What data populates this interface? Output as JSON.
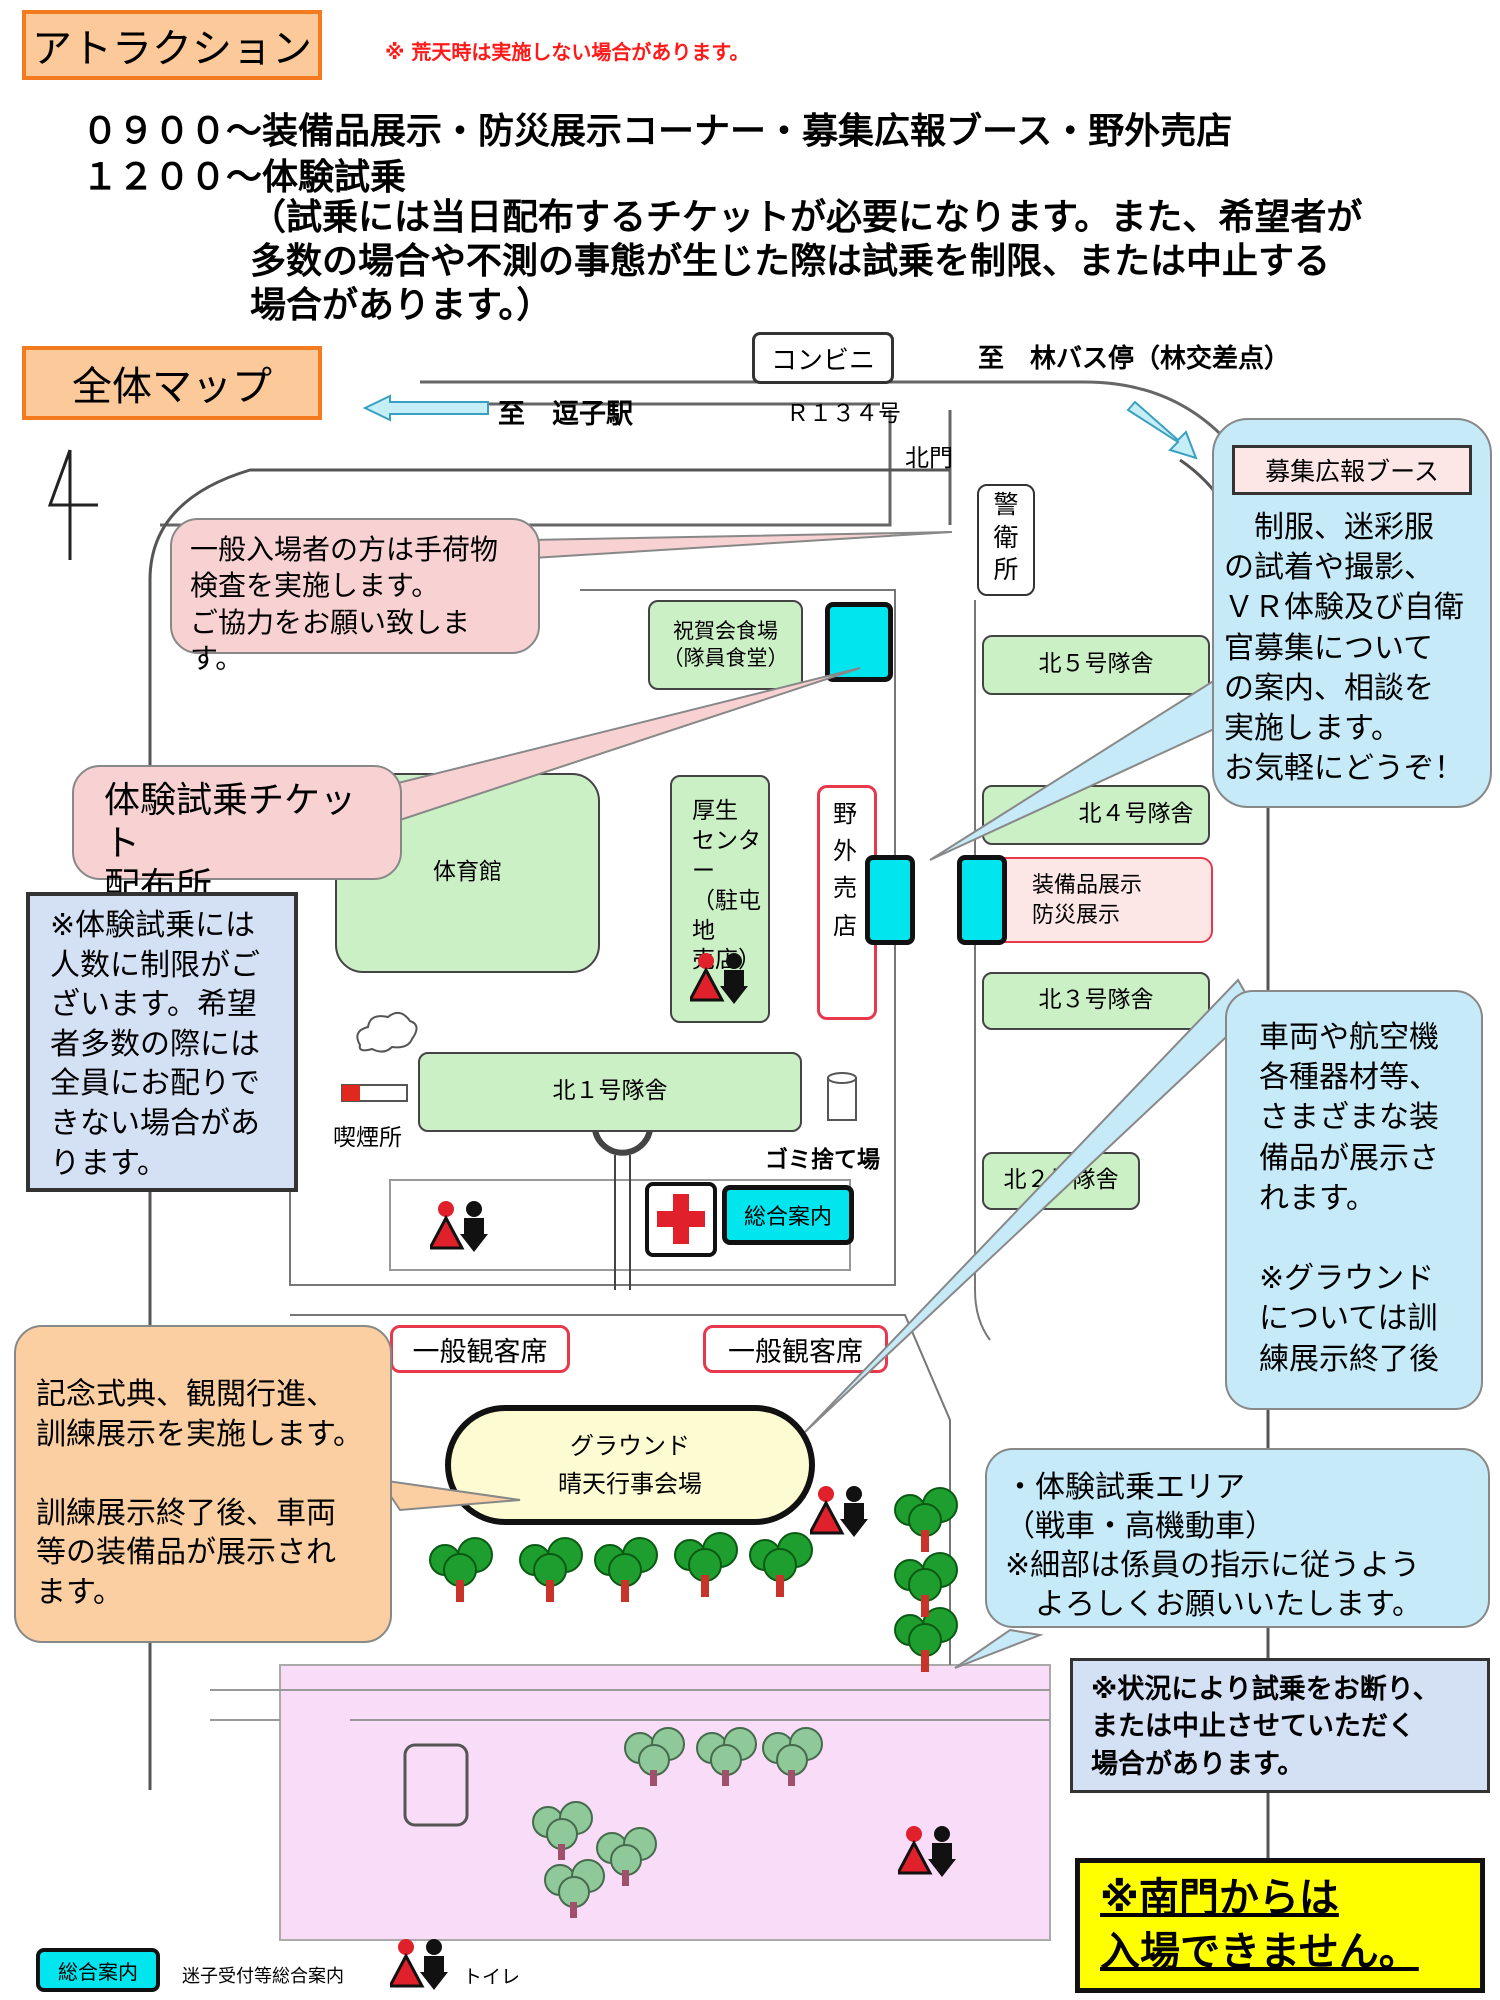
{
  "header": {
    "attraction_tab": "アトラクション",
    "weather_note": "※ 荒天時は実施しない場合があります。",
    "schedule_line1": "０９００～装備品展示・防災展示コーナー・募集広報ブース・野外売店",
    "schedule_line2": "１２００～体験試乗",
    "schedule_note": "（試乗には当日配布するチケットが必要になります。また、希望者が\n多数の場合や不測の事態が生じた際は試乗を制限、または中止する\n場合があります。）",
    "map_tab": "全体マップ"
  },
  "roads": {
    "convenience_store": "コンビニ",
    "to_bus_stop": "至　林バス停（林交差点）",
    "to_zushi": "至　逗子駅",
    "route": "Ｒ１３４号",
    "north_gate": "北門",
    "guard_post": "警\n衛\n所"
  },
  "buildings": {
    "banquet": "祝賀会食場\n（隊員食堂）",
    "gym": "体育館",
    "welfare": "厚生\nセンター\n（駐屯地\n売店）",
    "outdoor_shop": "野\n外\n売\n店",
    "north5": "北５号隊舎",
    "north4": "北４号隊舎",
    "equipment": "装備品展示\n防災展示",
    "north3": "北３号隊舎",
    "north1": "北１号隊舎",
    "north2": "北２号隊舎",
    "smoking": "喫煙所",
    "garbage": "ゴミ捨て場",
    "info_center": "総合案内",
    "seats1": "一般観客席",
    "seats2": "一般観客席",
    "ground_line1": "グラウンド",
    "ground_line2": "晴天行事会場"
  },
  "callouts": {
    "baggage": "一般入場者の方は手荷物\n検査を実施します。\nご協力をお願い致します。",
    "ticket": "体験試乗チケット\n配布所",
    "limit": "※体験試乗には\n人数に制限がご\nざいます。希望\n者多数の際には\n全員にお配りで\nきない場合があ\nります。",
    "recruit_title": "募集広報ブース",
    "recruit_body": "　制服、迷彩服\nの試着や撮影、\nＶＲ体験及び自衛\n官募集について\nの案内、相談を\n実施します。\nお気軽にどうぞ！",
    "equipment_desc": "車両や航空機\n各種器材等、\nさまざまな装\n備品が展示さ\nれます。\n\n※グラウンド\nについては訓\n練展示終了後",
    "ceremony": "記念式典、観閲行進、\n訓練展示を実施します。\n\n訓練展示終了後、車両\n等の装備品が展示され\nます。",
    "ride_area": "・体験試乗エリア\n（戦車・高機動車）\n※細部は係員の指示に従うよう\n　よろしくお願いいたします。",
    "refuse": "※状況により試乗をお断り、\nまたは中止させていただく\n場合があります。",
    "south_gate": "※南門からは\n入場できません。"
  },
  "legend": {
    "info_label": "総合案内",
    "info_desc": "迷子受付等総合案内",
    "toilet_desc": "トイレ"
  },
  "colors": {
    "orange_fill": "#fbc99a",
    "orange_border": "#f47a1f",
    "pink_callout": "#f8d2d2",
    "blue_callout": "#c6eaf8",
    "building_green": "#ccf0c6",
    "booth_cyan": "#00e5ee",
    "south_gate_yellow": "#ffff00",
    "ground_fill": "#fdfbd2",
    "ride_area_pink": "#f8dcf8"
  }
}
